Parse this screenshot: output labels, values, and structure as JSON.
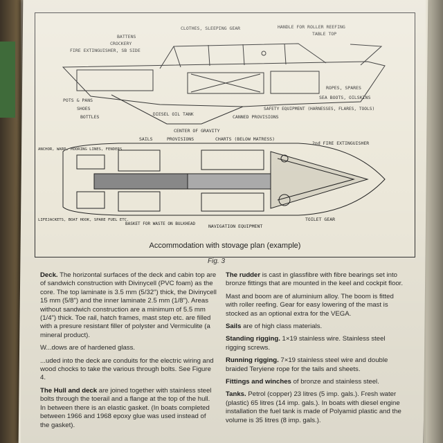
{
  "figure": {
    "caption": "Accommodation with stovage plan (example)",
    "fig_label": "Fig. 3",
    "labels": {
      "battens": "BATTENS",
      "crockery": "CROCKERY",
      "fire_ext": "FIRE EXTINGUISHER, SB SIDE",
      "clothes": "CLOTHES, SLEEPING GEAR",
      "handle": "HANDLE FOR ROLLER REEFING",
      "table_top": "TABLE TOP",
      "pots": "POTS & PANS",
      "shoes": "SHOES",
      "bottles": "BOTTLES",
      "diesel": "DIESEL OIL TANK",
      "cog": "CENTER OF GRAVITY",
      "canned": "CANNED PROVISIONS",
      "safety": "SAFETY EQUIPMENT (HARNESSES, FLARES, TOOLS)",
      "ropes": "ROPES, SPARES",
      "boots": "SEA BOOTS, OILSKINS",
      "sails": "SAILS",
      "provisions": "PROVISIONS",
      "charts": "CHARTS (BELOW MATRESS)",
      "fire2": "2nd FIRE EXTINGUISHER",
      "anchor": "ANCHOR, WARP, MOORING LINES, FENDERS",
      "lifejackets": "LIFEJACKETS, BOAT HOOK, SPARE FUEL ETC.",
      "basket": "BASKET FOR WASTE ON BULKHEAD",
      "nav": "NAVIGATION EQUIPMENT",
      "toilet": "TOILET GEAR"
    }
  },
  "text": {
    "deck_h": "Deck.",
    "deck": "The horizontal surfaces of the deck and cabin top are of sandwich construction with Divinycell (PVC foam) as the core. The top laminate is 3.5 mm (5/32\") thick, the Divinycell 15 mm (5/8\") and the inner laminate 2.5 mm (1/8\"). Areas without sandwich construction are a minimum of 5.5 mm (1/4\") thick. Toe rail, hatch frames, mast step etc. are filled with a presure resistant filler of polyster and Vermiculite (a mineral product).",
    "windows": "W...dows are of hardened glass.",
    "conduits": "...uded into the deck are conduits for the electric wiring and wood chocks to take the various through bolts. See Figure 4.",
    "hull_h": "The Hull and deck",
    "hull": "are joined together with stainless steel bolts through the toerail and a flange at the top of the hull. In between there is an elastic gasket. (In boats completed between 1966 and 1968 epoxy glue was used instead of the gasket).",
    "rudder_h": "The rudder",
    "rudder": "is cast in glassfibre with fibre bearings set into bronze fittings that are mounted in the keel and cockpit floor.",
    "mast": "Mast and boom are of aluminium alloy. The boom is fitted with roller reefing. Gear for easy lowering of the mast is stocked as an optional extra for the VEGA.",
    "sails_h": "Sails",
    "sails": "are of high class materials.",
    "standing_h": "Standing rigging.",
    "standing": "1×19 stainless wire. Stainless steel rigging screws.",
    "running_h": "Running rigging.",
    "running": "7×19 stainless steel wire and double braided Teryiene rope for the tails and sheets.",
    "fittings_h": "Fittings and winches",
    "fittings": "of bronze and stainless steel.",
    "tanks_h": "Tanks.",
    "tanks": "Petrol (copper) 23 litres (5 imp. gals.). Fresh water (plastic) 65 litres (14 imp. gals.). In boats with diesel engine installation the fuel tank is made of Polyamid plastic and the volume is 35 litres (8 imp. gals.)."
  }
}
